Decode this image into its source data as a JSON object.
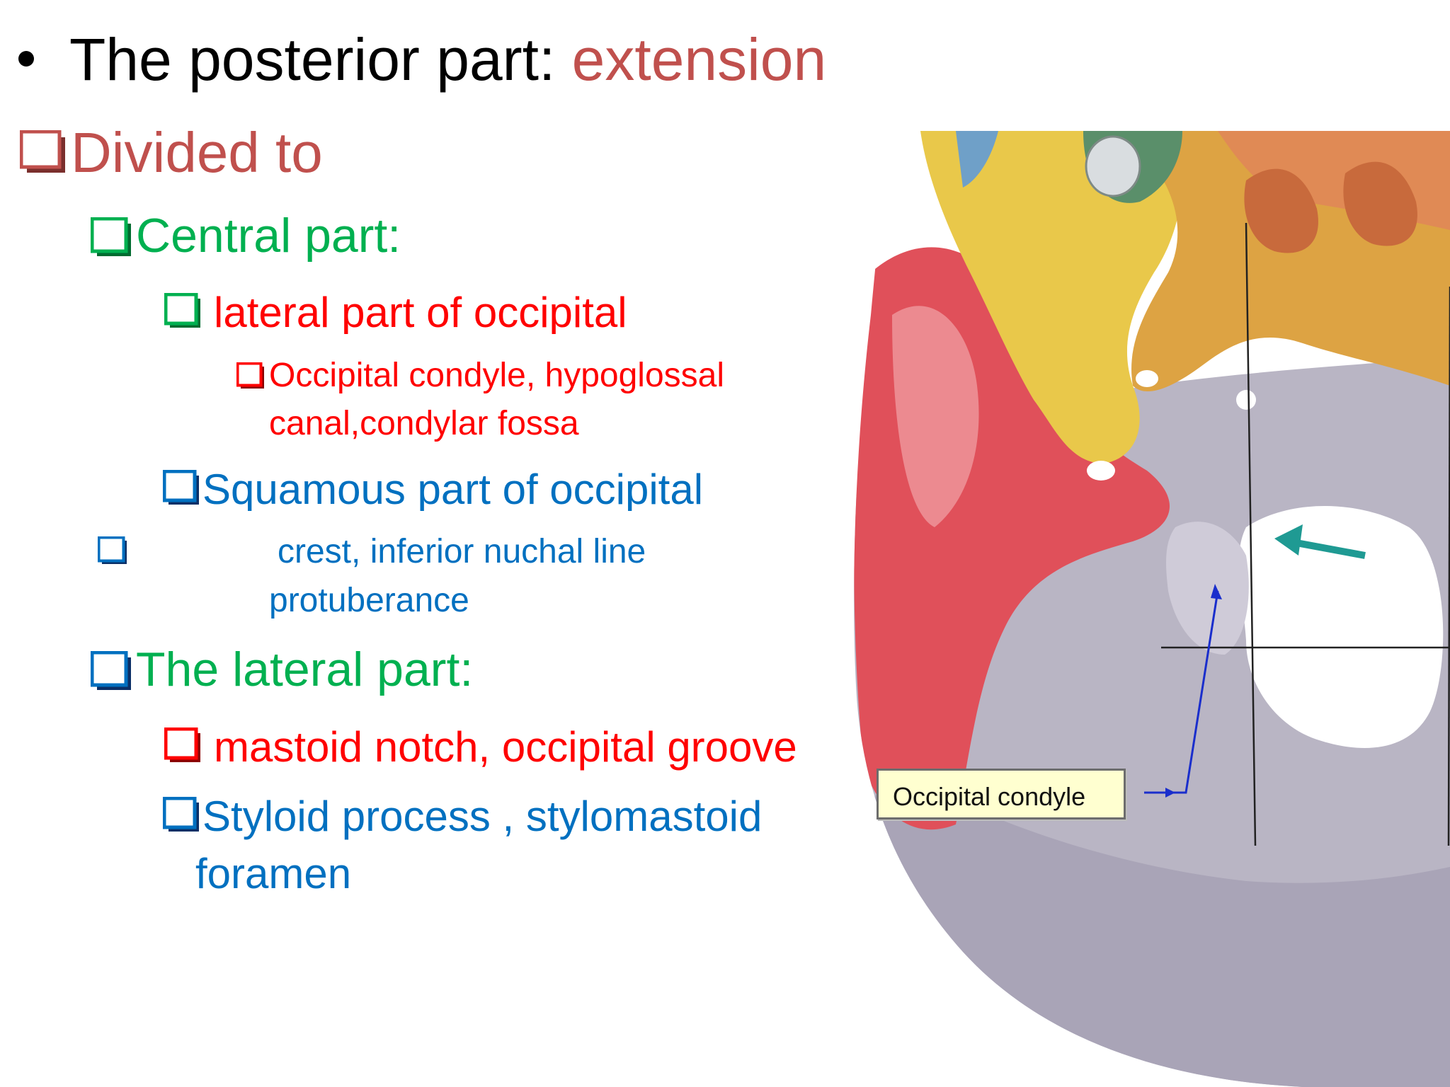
{
  "slide": {
    "heading": {
      "bullet": "•",
      "prefix": "The posterior part: ",
      "highlight": "extension"
    },
    "items": [
      {
        "text": "Divided to"
      },
      {
        "text": "Central part:"
      },
      {
        "text": "lateral part of occipital"
      },
      {
        "text": "Occipital condyle, hypoglossal"
      },
      {
        "text": "canal,condylar fossa"
      },
      {
        "text": "Squamous part of  occipital"
      },
      {
        "text": "crest, inferior nuchal line"
      },
      {
        "text": "protuberance"
      },
      {
        "text": "The lateral part:"
      },
      {
        "text": "mastoid notch, occipital groove"
      },
      {
        "text": "Styloid process , stylomastoid"
      },
      {
        "text": "foramen"
      }
    ]
  },
  "figure": {
    "label": "Occipital condyle"
  },
  "colors": {
    "black": "#000000",
    "rose": "#c0504d",
    "green": "#00b050",
    "red": "#ff0000",
    "blue": "#0070c0",
    "bone_gray": "#b9b5c4",
    "bone_red": "#e0505a",
    "bone_yellow": "#e9c84a",
    "bone_orange": "#e08a55",
    "arrow_teal": "#1f9a93",
    "label_bg": "#ffffd0"
  }
}
